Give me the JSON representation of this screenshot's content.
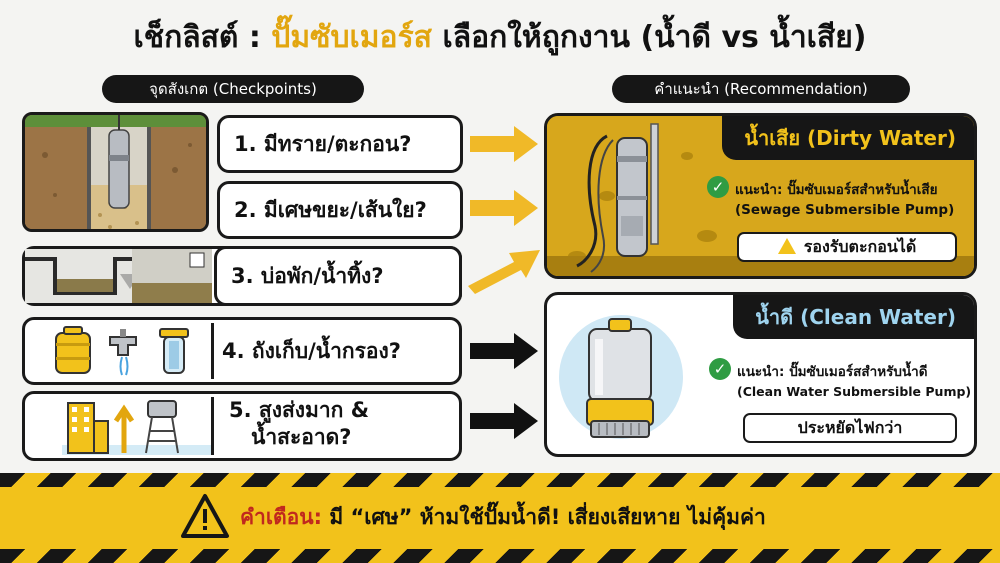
{
  "title": {
    "prefix": "เช็กลิสต์ : ",
    "highlight": "ปั๊มซับเมอร์ส",
    "suffix": " เลือกให้ถูกงาน (น้ำดี vs น้ำเสีย)"
  },
  "sections": {
    "checkpoints": "จุดสังเกต (Checkpoints)",
    "recommendation": "คำแนะนำ (Recommendation)"
  },
  "checkpoints": [
    {
      "label": "1. มีทราย/ตะกอน?",
      "target": "dirty"
    },
    {
      "label": "2. มีเศษขยะ/เส้นใย?",
      "target": "dirty"
    },
    {
      "label": "3. บ่อพัก/น้ำทิ้ง?",
      "target": "dirty"
    },
    {
      "label": "4. ถังเก็บ/น้ำกรอง?",
      "target": "clean"
    },
    {
      "label_line1": "5. สูงส่งมาก &",
      "label_line2": "น้ำสะอาด?",
      "target": "clean"
    }
  ],
  "dirty": {
    "tab_title": "น้ำเสีย (Dirty Water)",
    "line1": "แนะนำ: ปั๊มซับเมอร์สสำหรับน้ำเสีย",
    "line2": "(Sewage Submersible Pump)",
    "badge": "รองรับตะกอนได้"
  },
  "clean": {
    "tab_title": "น้ำดี (Clean Water)",
    "line1": "แนะนำ: ปั๊มซับเมอร์สสำหรับน้ำดี",
    "line2": "(Clean Water Submersible Pump)",
    "badge": "ประหยัดไฟกว่า"
  },
  "warning": {
    "label": "คำเตือน:",
    "text": " มี “เศษ” ห้ามใช้ปั๊มน้ำดี! เสี่ยงเสียหาย ไม่คุ้มค่า"
  },
  "colors": {
    "accent_yellow": "#f2c21b",
    "dirty_arrow": "#f0b928",
    "clean_arrow": "#111111",
    "check_green": "#2f9c43",
    "warning_red": "#c0281e"
  }
}
